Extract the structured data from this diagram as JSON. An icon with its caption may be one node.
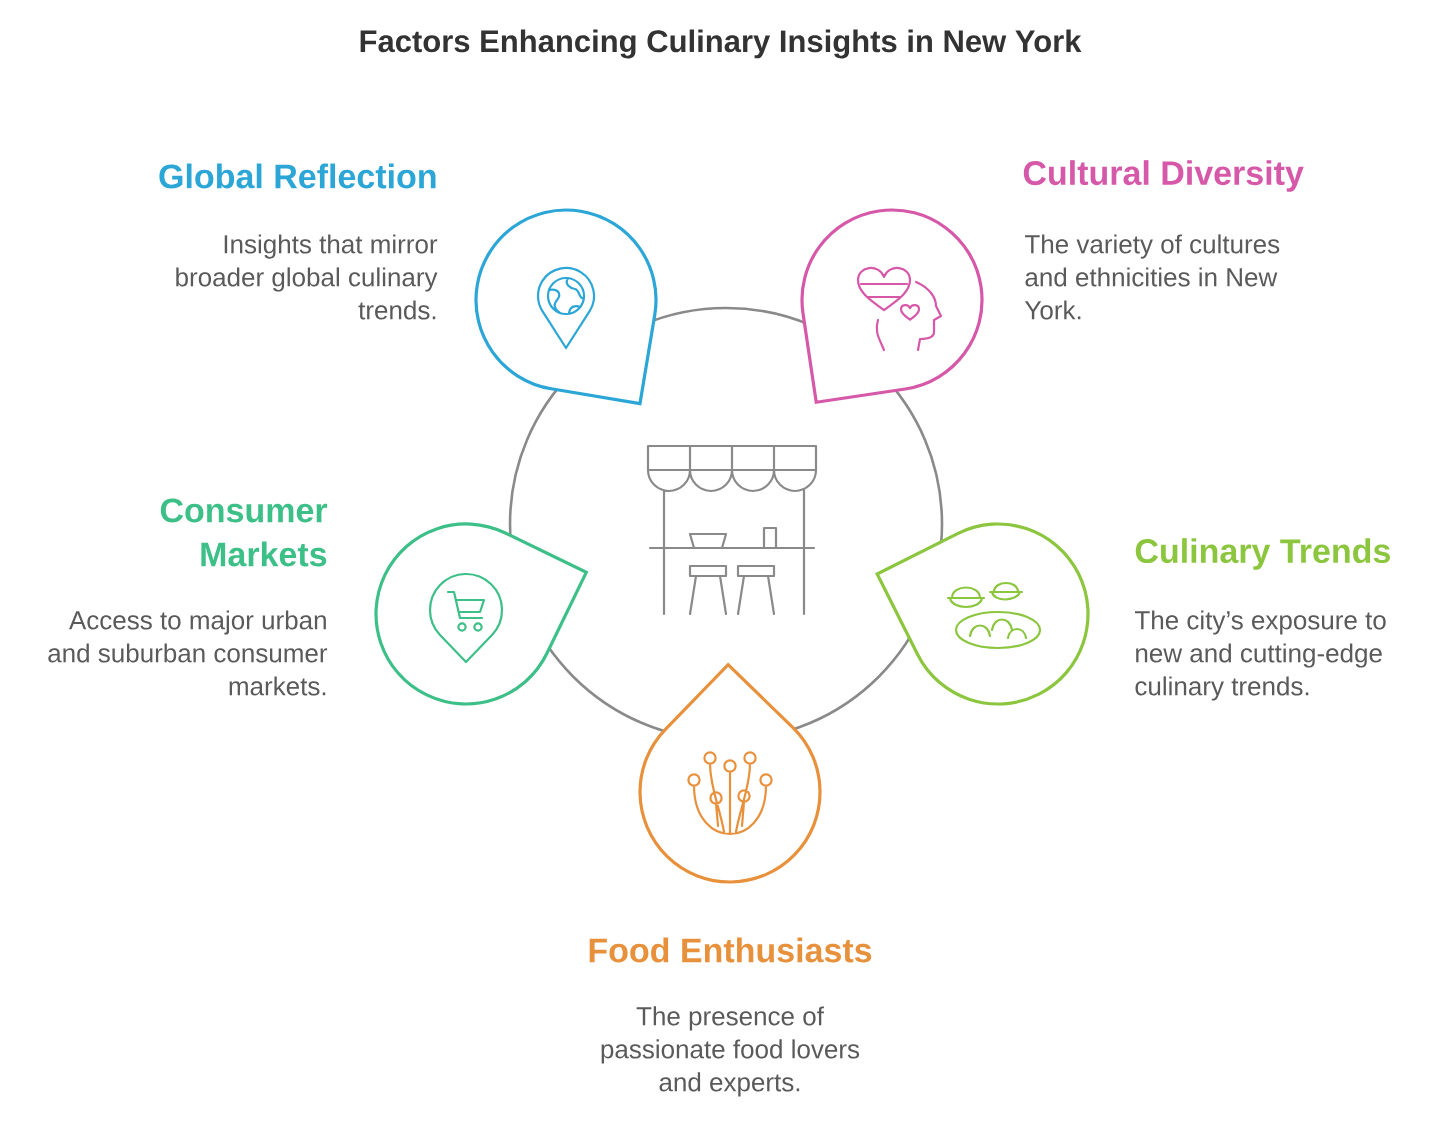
{
  "diagram": {
    "title": "Factors Enhancing Culinary Insights in New York",
    "nodes": [
      {
        "text": [],
        "shape": "circle"
      },
      {
        "text": [
          "Global Reflection",
          "Insights that mirror broader global culinary trends."
        ]
      },
      {
        "text": [
          "Cultural Diversity",
          "The variety of cultures and ethnicities in New York."
        ]
      },
      {
        "text": [
          "Consumer Markets",
          "Access to major urban and suburban consumer markets."
        ]
      },
      {
        "text": [
          "Culinary Trends",
          "The city’s exposure to new and cutting-edge culinary trends."
        ]
      },
      {
        "text": [
          "Food Enthusiasts",
          "The presence of passionate food lovers and experts."
        ]
      }
    ]
  }
}
